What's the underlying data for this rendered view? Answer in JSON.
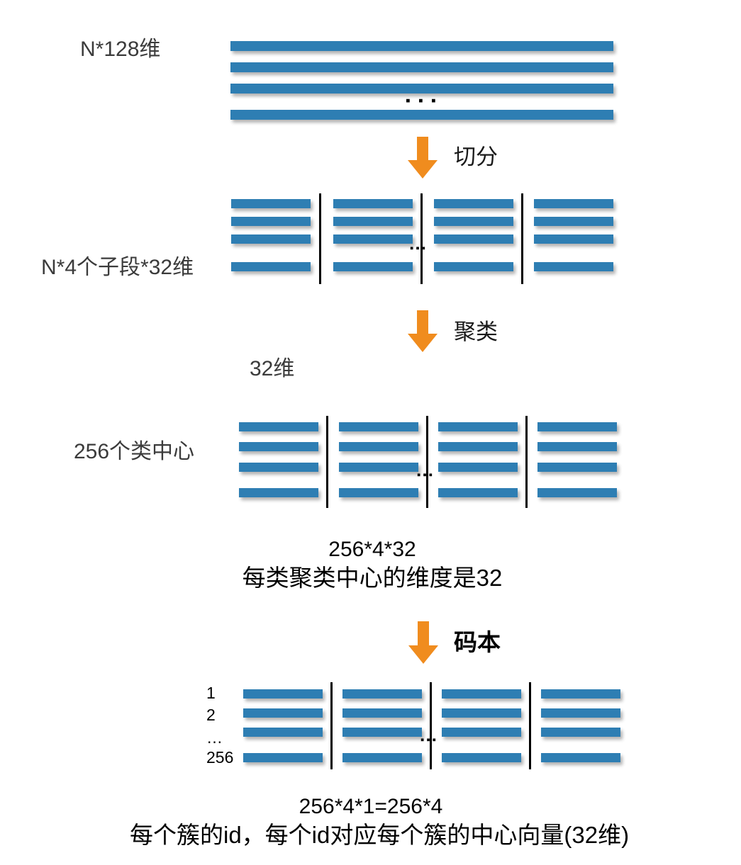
{
  "diagram": {
    "title": "Product Quantization (PQ) codebook construction",
    "colors": {
      "bar_blue": "#2E7EB3",
      "arrow_orange": "#F08C1E",
      "divider_black": "#000000",
      "background": "#FFFFFF",
      "label_grey": "#3B3B3B"
    },
    "ellipsis": "▪ ▪ ▪",
    "dots_small": "▪▪▪"
  },
  "stage1": {
    "label": "N*128维",
    "rows": 4,
    "columns": 1,
    "ellipsis": "▪ ▪ ▪"
  },
  "arrow1": {
    "label": "切分"
  },
  "stage2": {
    "label": "N*4个子段*32维",
    "rows": 4,
    "columns": 4,
    "dividers": 3,
    "ellipsis": "▪▪▪"
  },
  "arrow2": {
    "label": "聚类"
  },
  "stage3": {
    "top_label": "32维",
    "side_label": "256个类中心",
    "rows": 4,
    "columns": 4,
    "dividers": 3,
    "ellipsis": "▪▪▪",
    "caption_line1": "256*4*32",
    "caption_line2": "每类聚类中心的维度是32"
  },
  "arrow3": {
    "label": "码本"
  },
  "stage4": {
    "row_indices": [
      "1",
      "2",
      "…",
      "256"
    ],
    "rows": 4,
    "columns": 4,
    "dividers": 3,
    "ellipsis": "▪▪▪",
    "caption_line1": "256*4*1=256*4",
    "caption_line2": "每个簇的id，每个id对应每个簇的中心向量(32维)"
  }
}
